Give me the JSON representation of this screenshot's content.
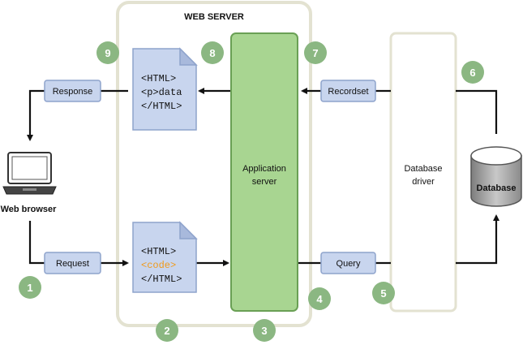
{
  "web_server": {
    "title": "WEB SERVER"
  },
  "application_server": {
    "line1": "Application",
    "line2": "server"
  },
  "database_driver": {
    "line1": "Database",
    "line2": "driver"
  },
  "database": {
    "label": "Database"
  },
  "web_browser": {
    "label": "Web browser"
  },
  "edges": {
    "response": "Response",
    "request": "Request",
    "recordset": "Recordset",
    "query": "Query"
  },
  "documents": {
    "output": {
      "line1": "<HTML>",
      "line2": "<p>data",
      "line3": "</HTML>"
    },
    "input": {
      "line1": "<HTML>",
      "line2": "<code>",
      "line3": "</HTML>"
    }
  },
  "steps": [
    "1",
    "2",
    "3",
    "4",
    "5",
    "6",
    "7",
    "8",
    "9"
  ],
  "colors": {
    "server_frame": "#e3e2d1",
    "app_server_fill": "#a8d591",
    "app_server_stroke": "#6aa055",
    "label_fill": "#c8d5ee",
    "label_stroke": "#8ea3cc",
    "step_circle": "#8bb782",
    "code_highlight": "#f09a1a"
  }
}
